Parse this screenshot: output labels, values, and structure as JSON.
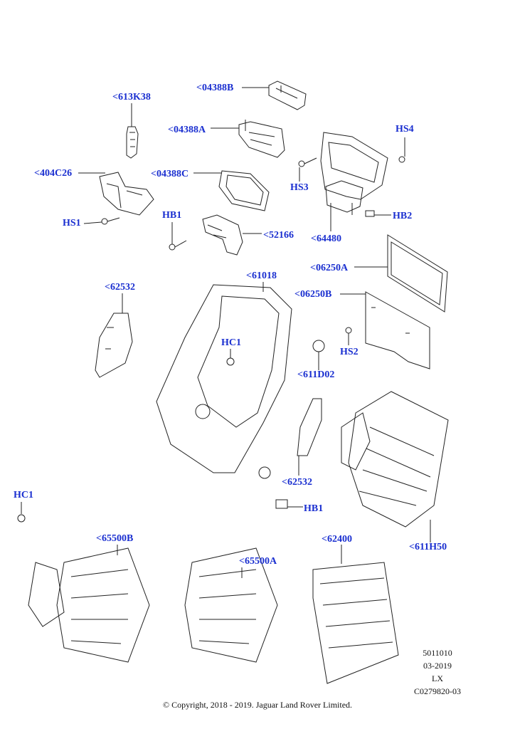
{
  "callouts": {
    "c_613K38": "<613K38",
    "c_04388B": "<04388B",
    "c_04388A": "<04388A",
    "c_04388C": "<04388C",
    "c_404C26": "<404C26",
    "c_HS1": "HS1",
    "c_HB1_top": "HB1",
    "c_52166": "<52166",
    "c_HS4": "HS4",
    "c_HS3": "HS3",
    "c_HB2": "HB2",
    "c_64480": "<64480",
    "c_06250A": "<06250A",
    "c_61018": "<61018",
    "c_62532_left": "<62532",
    "c_06250B": "<06250B",
    "c_HC1_mid": "HC1",
    "c_HS2": "HS2",
    "c_611D02": "<611D02",
    "c_62532_right": "<62532",
    "c_HC1_left": "HC1",
    "c_HB1_bottom": "HB1",
    "c_611H50": "<611H50",
    "c_65500B": "<65500B",
    "c_65500A": "<65500A",
    "c_62400": "<62400"
  },
  "meta": {
    "code1": "5011010",
    "date": "03-2019",
    "model": "LX",
    "ref": "C0279820-03"
  },
  "copyright": "© Copyright, 2018 - 2019. Jaguar Land Rover Limited.",
  "colors": {
    "callout": "#1a2fd0",
    "line": "#222222"
  }
}
